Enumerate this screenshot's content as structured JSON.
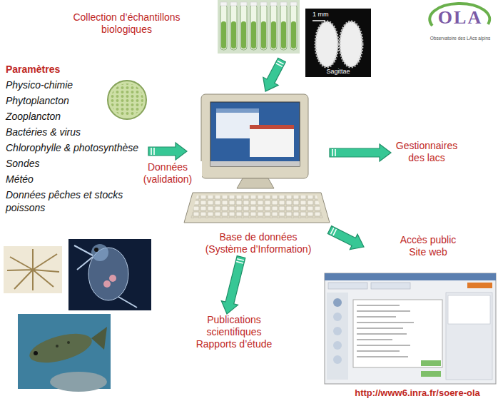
{
  "diagram": {
    "nodes": [
      {
        "text": [
          "Collection d’échantillons biologiques"
        ]
      },
      {
        "text": [
          "Paramètres",
          "Physico-chimie",
          "Phytoplancton",
          "Zooplancton",
          "Bactéries & virus",
          "Chlorophylle & photosynthèse",
          "Sondes",
          "Météo",
          "Données pêches et stocks poissons"
        ]
      },
      {
        "text": [
          "Base de données (Système d’Information)"
        ]
      },
      {
        "text": [
          "Gestionnaires des lacs"
        ]
      },
      {
        "text": [
          "Publications scientifiques",
          "Rapports d’étude"
        ]
      },
      {
        "text": [
          "Accès public",
          "Site web"
        ]
      }
    ],
    "edges": [
      {
        "from": 0,
        "to": 2,
        "arrow": "to"
      },
      {
        "from": 1,
        "to": 2,
        "arrow": "to",
        "label": "Données (validation)"
      },
      {
        "from": 2,
        "to": 3,
        "arrow": "to"
      },
      {
        "from": 2,
        "to": 4,
        "arrow": "to"
      },
      {
        "from": 2,
        "to": 5,
        "arrow": "to"
      }
    ],
    "labels": [
      "1 mm",
      "Sagittae",
      "OLA",
      "Observatoire des LAcs alpins",
      "http://www6.inra.fr/soere-ola"
    ]
  }
}
